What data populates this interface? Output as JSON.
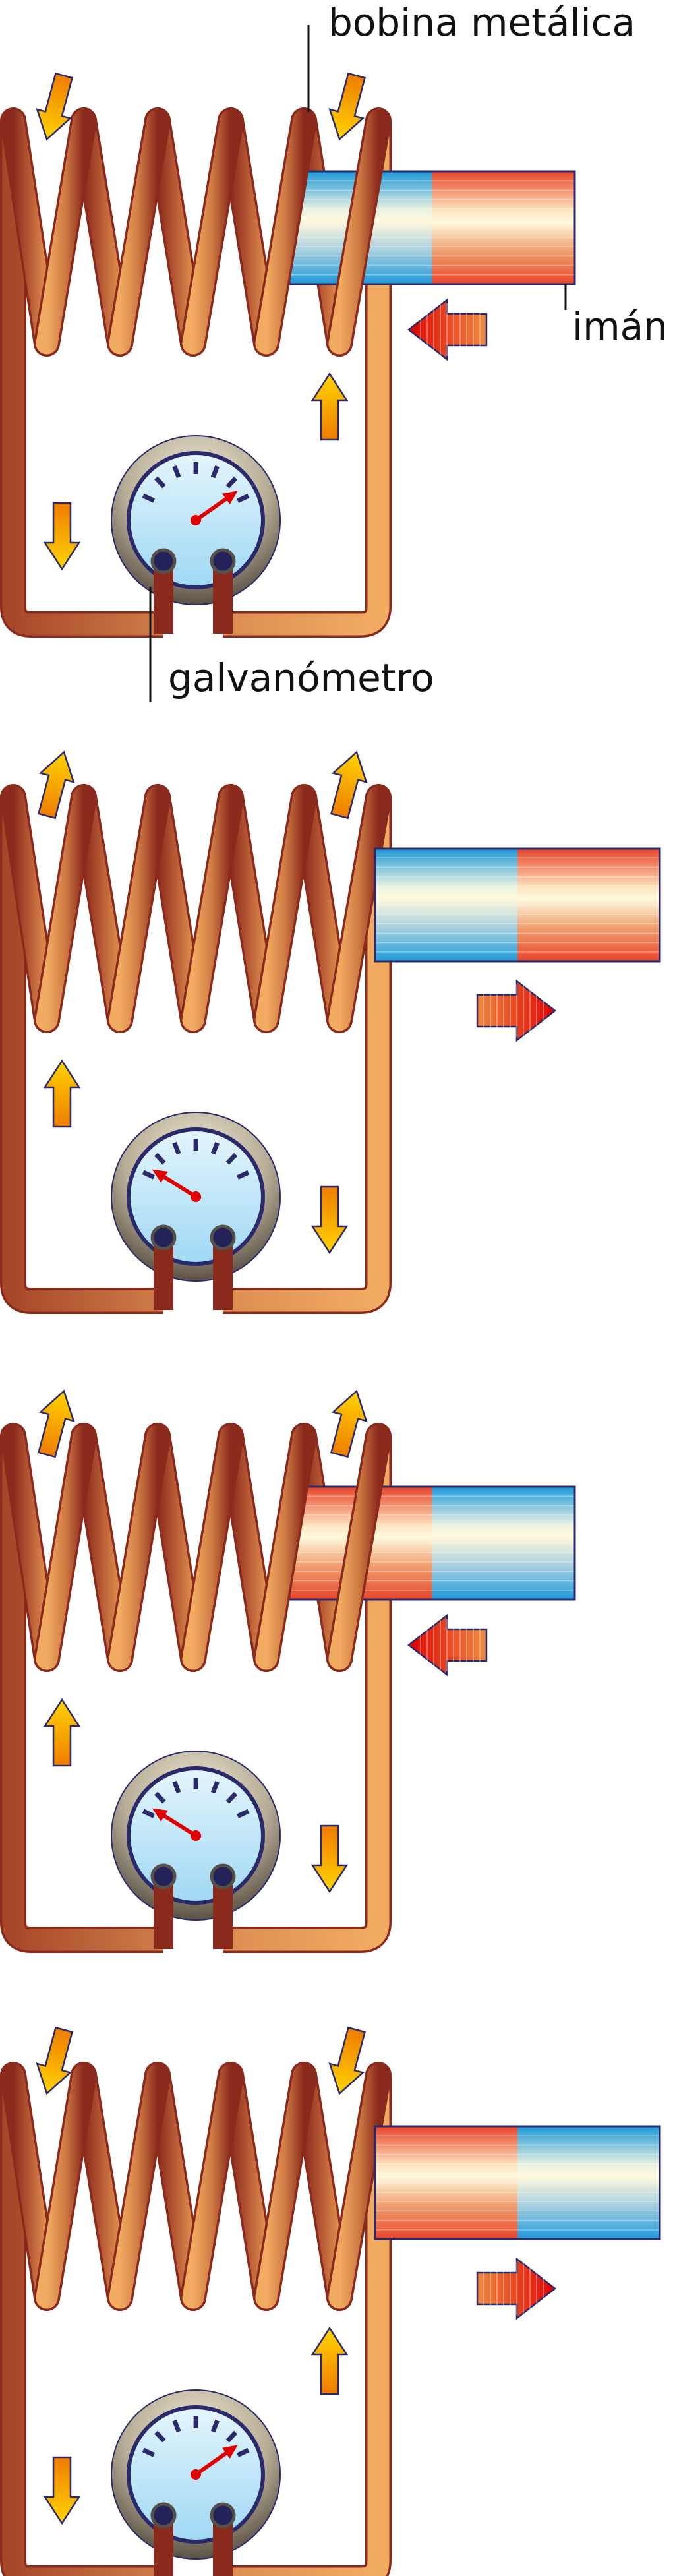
{
  "labels": {
    "coil": "bobina metálica",
    "magnet": "imán",
    "galvanometer": "galvanómetro"
  },
  "colors": {
    "copper_dark": "#8a2a1c",
    "copper_light": "#f2ac62",
    "north_blue": "#1e98d8",
    "south_red": "#e8452a",
    "magnet_core": "#fff8dc",
    "arrow_yellow": "#ffd400",
    "arrow_orange": "#ef7d00",
    "outline": "#2a2a6a",
    "needle": "#e00000",
    "gauge_face": "#bfe6fa"
  },
  "panels": [
    {
      "magnet_position": "inside",
      "left_pole": "blue",
      "right_pole": "red",
      "magnet_motion": "left",
      "needle": "right",
      "current": "down"
    },
    {
      "magnet_position": "outside",
      "left_pole": "blue",
      "right_pole": "red",
      "magnet_motion": "right",
      "needle": "left",
      "current": "up"
    },
    {
      "magnet_position": "inside",
      "left_pole": "red",
      "right_pole": "blue",
      "magnet_motion": "left",
      "needle": "left",
      "current": "up"
    },
    {
      "magnet_position": "outside",
      "left_pole": "red",
      "right_pole": "blue",
      "magnet_motion": "right",
      "needle": "right",
      "current": "down"
    }
  ]
}
